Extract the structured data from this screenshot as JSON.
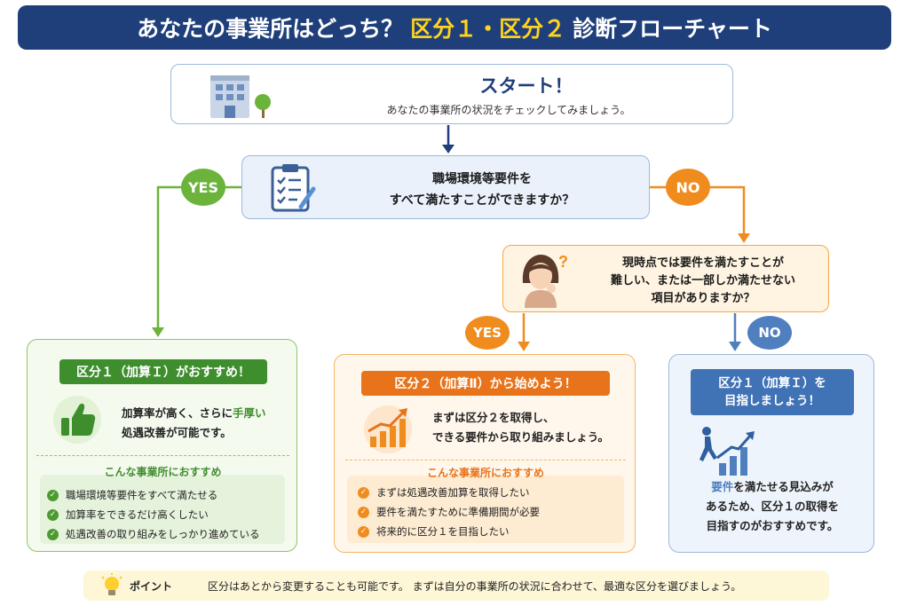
{
  "header": {
    "title_pre": "あなたの事業所はどっち？",
    "title_highlight": "区分１・区分２",
    "title_post": "診断フローチャート"
  },
  "start": {
    "title": "スタート！",
    "subtitle": "あなたの事業所の状況をチェックしてみましょう。"
  },
  "question1": {
    "line1": "職場環境等要件を",
    "line2": "すべて満たすことができますか？"
  },
  "question2": {
    "line1": "現時点では要件を満たすことが",
    "line2": "難しい、または一部しか満たせない",
    "line3": "項目がありますか？"
  },
  "badges": {
    "yes1": "YES",
    "no1": "NO",
    "yes2": "YES",
    "no2": "NO"
  },
  "result_green": {
    "header": "区分１（加算Ｉ）がおすすめ！",
    "desc_a": "加算率が高く、さらに",
    "desc_em": "手厚い",
    "desc_b": "処遇改善が可能です。",
    "rec_title": "こんな事業所におすすめ",
    "items": [
      "職場環境等要件をすべて満たせる",
      "加算率をできるだけ高くしたい",
      "処遇改善の取り組みをしっかり進めている"
    ]
  },
  "result_orange": {
    "header": "区分２（加算Ⅱ）から始めよう！",
    "desc_line1": "まずは区分２を取得し、",
    "desc_line2": "できる要件から取り組みましょう。",
    "rec_title": "こんな事業所におすすめ",
    "items": [
      "まずは処遇改善加算を取得したい",
      "要件を満たすために準備期間が必要",
      "将来的に区分１を目指したい"
    ]
  },
  "result_blue": {
    "header_line1": "区分１（加算Ｉ）を",
    "header_line2": "目指しましょう！",
    "desc_em": "要件",
    "desc_line1_rest": "を満たせる見込みが",
    "desc_line2": "あるため、区分１の取得を",
    "desc_line3": "目指すのがおすすめです。"
  },
  "point": {
    "label": "ポイント",
    "text": "区分はあとから変更することも可能です。 まずは自分の事業所の状況に合わせて、最適な区分を選びましょう。"
  },
  "colors": {
    "navy": "#1f3f7a",
    "yellow": "#ffd21f",
    "green": "#6bb33a",
    "orange": "#f08c1e",
    "blue": "#4f7fbf"
  },
  "icons": [
    "building-icon",
    "clipboard-icon",
    "thinking-woman-icon",
    "thumbs-up-icon",
    "growth-chart-icon",
    "climbing-person-icon",
    "lightbulb-icon",
    "check-icon"
  ]
}
